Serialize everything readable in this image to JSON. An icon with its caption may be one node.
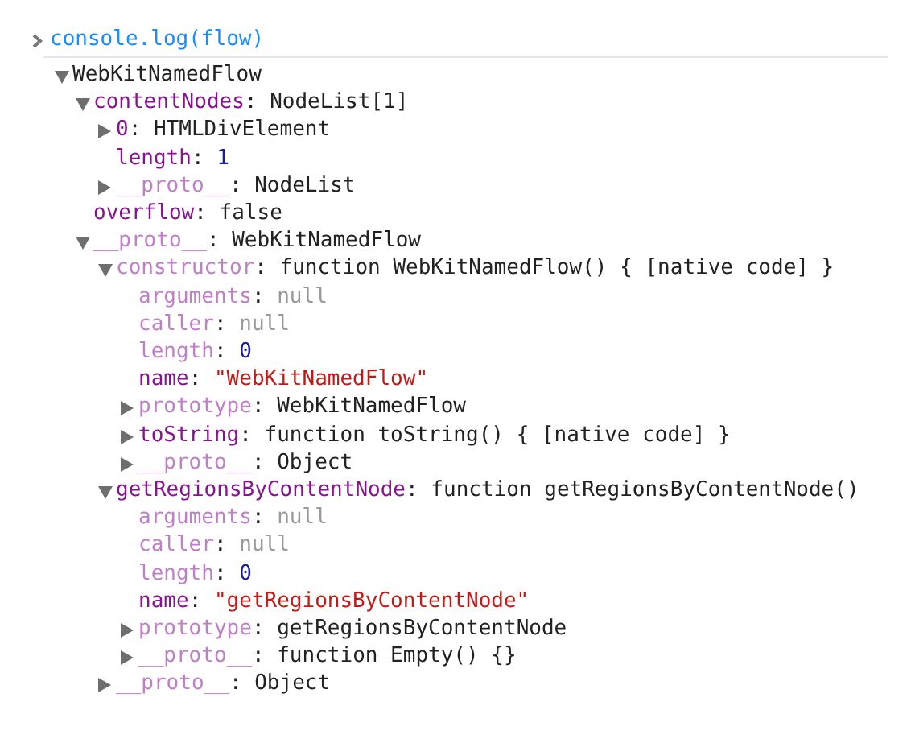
{
  "diagram": {
    "labels": [
      "console.log(flow)",
      "WebKitNamedFlow",
      "contentNodes: NodeList[1]",
      "0: HTMLDivElement",
      "length: 1",
      "__proto__: NodeList",
      "overflow: false",
      "__proto__: WebKitNamedFlow",
      "constructor: function WebKitNamedFlow() { [native code] }",
      "arguments: null",
      "caller: null",
      "length: 0",
      "name: \"WebKitNamedFlow\"",
      "prototype: WebKitNamedFlow",
      "toString: function toString() { [native code] }",
      "__proto__: Object",
      "getRegionsByContentNode: function getRegionsByContentNode()",
      "arguments: null",
      "caller: null",
      "length: 0",
      "name: \"getRegionsByContentNode\"",
      "prototype: getRegionsByContentNode",
      "__proto__: function Empty() {}",
      "__proto__: Object"
    ]
  }
}
